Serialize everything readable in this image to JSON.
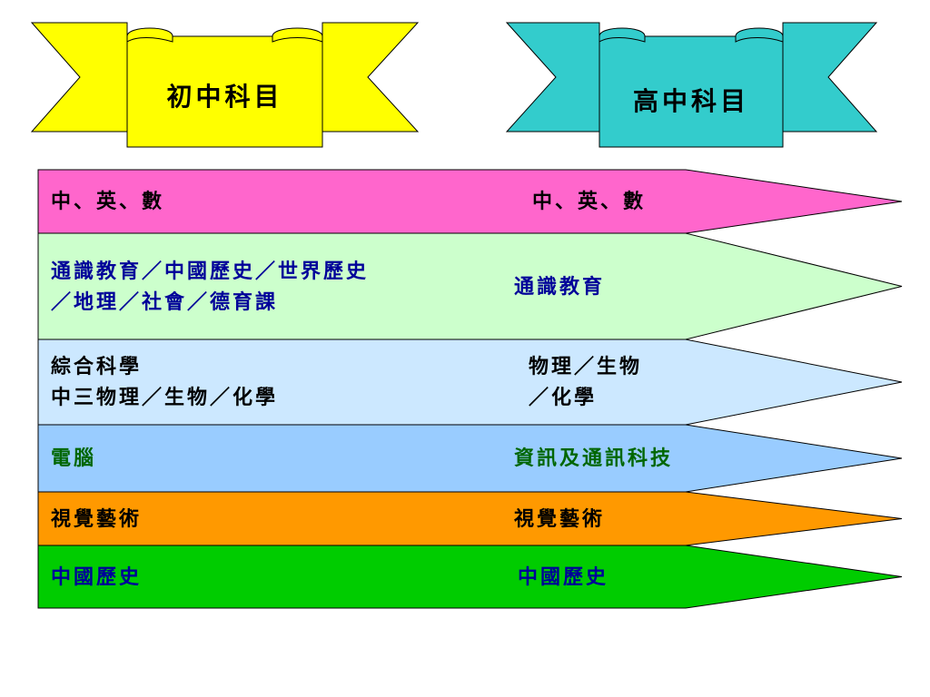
{
  "banners": {
    "junior": {
      "label": "初中科目",
      "color": "#ffff00"
    },
    "senior": {
      "label": "高中科目",
      "color": "#33cccc"
    }
  },
  "rows": [
    {
      "color": "#ff66cc",
      "text_color": "#000000",
      "junior": [
        "中、英、數"
      ],
      "senior": [
        "中、英、數"
      ]
    },
    {
      "color": "#ccffcc",
      "text_color": "#000099",
      "junior": [
        "通識教育／中國歷史／世界歷史",
        "／地理／社會／德育課"
      ],
      "senior": [
        "通識教育"
      ]
    },
    {
      "color": "#cce8ff",
      "text_color": "#000000",
      "junior": [
        "綜合科學",
        "中三物理／生物／化學"
      ],
      "senior": [
        "物理／生物",
        "／化學"
      ]
    },
    {
      "color": "#99ccff",
      "text_color": "#006600",
      "junior": [
        "電腦"
      ],
      "senior": [
        "資訊及通訊科技"
      ]
    },
    {
      "color": "#ff9900",
      "text_color": "#000000",
      "junior": [
        "視覺藝術"
      ],
      "senior": [
        "視覺藝術"
      ]
    },
    {
      "color": "#00cc00",
      "text_color": "#000099",
      "junior": [
        "中國歷史"
      ],
      "senior": [
        "中國歷史"
      ]
    }
  ]
}
